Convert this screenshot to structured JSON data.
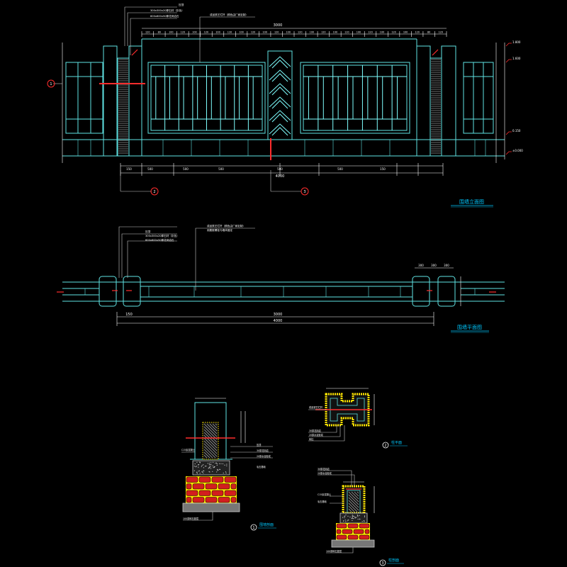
{
  "colors": {
    "background": "#000000",
    "outline": "#5fe3e3",
    "panel": "#7fffff",
    "dimension": "#ffffff",
    "leader": "#c8c8c8",
    "accent": "#ff2d2d",
    "label": "#00c8ff",
    "stone": "#d21e1e",
    "stone_mortar": "#ffe600",
    "concrete": "#c8c8c8",
    "hatch": "#bbbbbb"
  },
  "elevation": {
    "title": "围墙立面图",
    "overall_dim": "3000",
    "segment_dims": [
      "150",
      "500",
      "500",
      "500",
      "500",
      "500",
      "150"
    ],
    "subtotal_dim": "4000",
    "top_dims": [
      "120",
      "80",
      "100",
      "120",
      "100",
      "120",
      "100",
      "120",
      "100",
      "120",
      "100",
      "120",
      "100",
      "120",
      "100",
      "120",
      "100",
      "120",
      "100",
      "120",
      "100",
      "120",
      "100",
      "120",
      "80",
      "120"
    ],
    "right_level_labels": [
      "1.800",
      "1.600",
      "0.150",
      "±0.000"
    ],
    "annotations": [
      "压顶",
      "300x300x20厚石材（灰色）",
      "600x600x50厚花岗岩石",
      "成品铁艺栏杆（颜色由厂家定制）"
    ],
    "callout_markers": [
      "1",
      "2",
      "3"
    ]
  },
  "plan": {
    "title": "围墙平面图",
    "overall_dim": "3000",
    "side_dim": "150",
    "subtotal_dim": "4000",
    "right_dims": [
      "300",
      "300",
      "300"
    ],
    "annotations": [
      "压顶",
      "300x300x20厚石材（灰色）",
      "600x600x50厚花岗岩石",
      "成品铁艺栏杆（颜色由厂家定制）",
      "用膨胀螺栓与墙体固定"
    ]
  },
  "detail_1": {
    "title": "围墙剖面",
    "marker": "1",
    "labels": [
      "压顶",
      "30厚花岗岩",
      "20厚水泥砂浆",
      "C15素混凝土",
      "毛石基础",
      "100厚碎石垫层"
    ]
  },
  "detail_2": {
    "title": "柱平面",
    "marker": "2",
    "labels": [
      "成品铁艺栏杆",
      "30厚花岗岩",
      "20厚水泥砂浆",
      "砖柱"
    ]
  },
  "detail_3": {
    "title": "柱剖面",
    "marker": "3",
    "labels": [
      "30厚花岗岩",
      "20厚水泥砂浆",
      "C15素混凝土",
      "毛石基础",
      "100厚碎石垫层"
    ]
  }
}
